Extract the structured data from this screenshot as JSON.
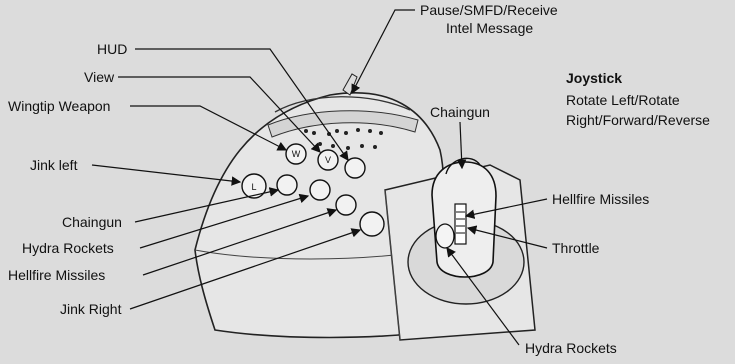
{
  "labels": {
    "hud": "HUD",
    "view": "View",
    "wingtip_weapon": "Wingtip Weapon",
    "jink_left": "Jink left",
    "chaingun_left": "Chaingun",
    "hydra_rockets_left": "Hydra Rockets",
    "hellfire_missiles_left": "Hellfire Missiles",
    "jink_right": "Jink Right",
    "pause_line1": "Pause/SMFD/Receive",
    "pause_line2": "Intel Message",
    "chaingun_right": "Chaingun",
    "joystick_title": "Joystick",
    "joystick_line1": "Rotate Left/Rotate",
    "joystick_line2": "Right/Forward/Reverse",
    "hellfire_missiles_right": "Hellfire Missiles",
    "throttle": "Throttle",
    "hydra_rockets_right": "Hydra Rockets"
  },
  "buttons": {
    "jink_left": "L",
    "view": "V",
    "wingtip": "W"
  },
  "colors": {
    "background": "#dcdcdc",
    "ink": "#111111",
    "faded_text": "#c8c8c8",
    "controller_fill": "#e4e4e4"
  }
}
